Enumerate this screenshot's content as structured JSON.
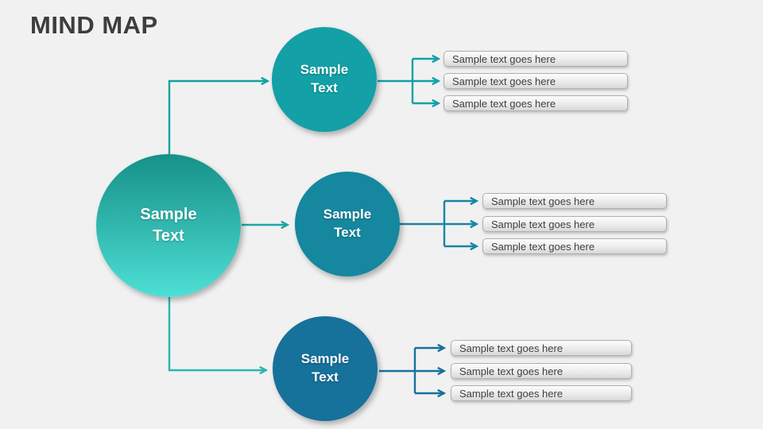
{
  "title": "MIND MAP",
  "center_node": {
    "line1": "Sample",
    "line2": "Text"
  },
  "branches": [
    {
      "name": "top",
      "node": {
        "line1": "Sample",
        "line2": "Text"
      },
      "circle_color": "#13a0a6",
      "connector_color": "#0fa1a7",
      "items": [
        "Sample text goes here",
        "Sample text goes here",
        "Sample text goes here"
      ]
    },
    {
      "name": "middle",
      "node": {
        "line1": "Sample",
        "line2": "Text"
      },
      "circle_color": "#15879f",
      "connector_color": "#15879f",
      "items": [
        "Sample text goes here",
        "Sample text goes here",
        "Sample text goes here"
      ]
    },
    {
      "name": "bottom",
      "node": {
        "line1": "Sample",
        "line2": "Text"
      },
      "circle_color": "#16719b",
      "connector_color": "#16719b",
      "items": [
        "Sample text goes here",
        "Sample text goes here",
        "Sample text goes here"
      ]
    }
  ],
  "colors": {
    "background": "#f1f1f2",
    "title_text": "#3d3d3d",
    "center_gradient_top": "#169188",
    "center_gradient_bottom": "#4de0d5",
    "center_connector_teal": "#2cb5ad",
    "bar_fill_top": "#fcfcfc",
    "bar_fill_bottom": "#d8d8d8",
    "bar_border": "#b0b0b0",
    "bar_text": "#3f3f3f"
  }
}
